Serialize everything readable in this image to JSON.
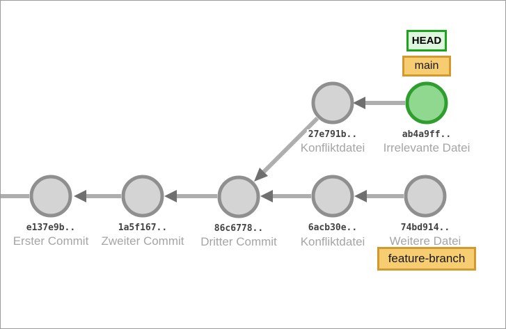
{
  "canvas": {
    "background": "#ffffff",
    "border_color": "#9b9b9b"
  },
  "colors": {
    "commit_fill": "#d4d4d4",
    "commit_stroke": "#8f8f8f",
    "head_commit_fill": "#90d890",
    "head_commit_stroke": "#2f9e2f",
    "arrow_shaft": "#aeaeae",
    "arrow_head": "#6f6f6f",
    "hash_text": "#424242",
    "message_text": "#a5a5a5",
    "head_badge_bg": "#ddf6dd",
    "head_badge_border": "#1ca51c",
    "head_badge_text": "#000000",
    "branch_badge_bg": "#f7cd72",
    "branch_badge_border": "#d1992e",
    "branch_badge_text": "#141414"
  },
  "refs": {
    "head": {
      "label": "HEAD"
    },
    "main": {
      "label": "main"
    },
    "feature_branch": {
      "label": "feature-branch"
    }
  },
  "commits": [
    {
      "hash": "e137e9b..",
      "message": "Erster Commit"
    },
    {
      "hash": "1a5f167..",
      "message": "Zweiter Commit"
    },
    {
      "hash": "86c6778..",
      "message": "Dritter Commit"
    },
    {
      "hash": "6acb30e..",
      "message": "Konfliktdatei"
    },
    {
      "hash": "74bd914..",
      "message": "Weitere Datei"
    },
    {
      "hash": "27e791b..",
      "message": "Konfliktdatei"
    },
    {
      "hash": "ab4a9ff..",
      "message": "Irrelevante Datei"
    }
  ]
}
